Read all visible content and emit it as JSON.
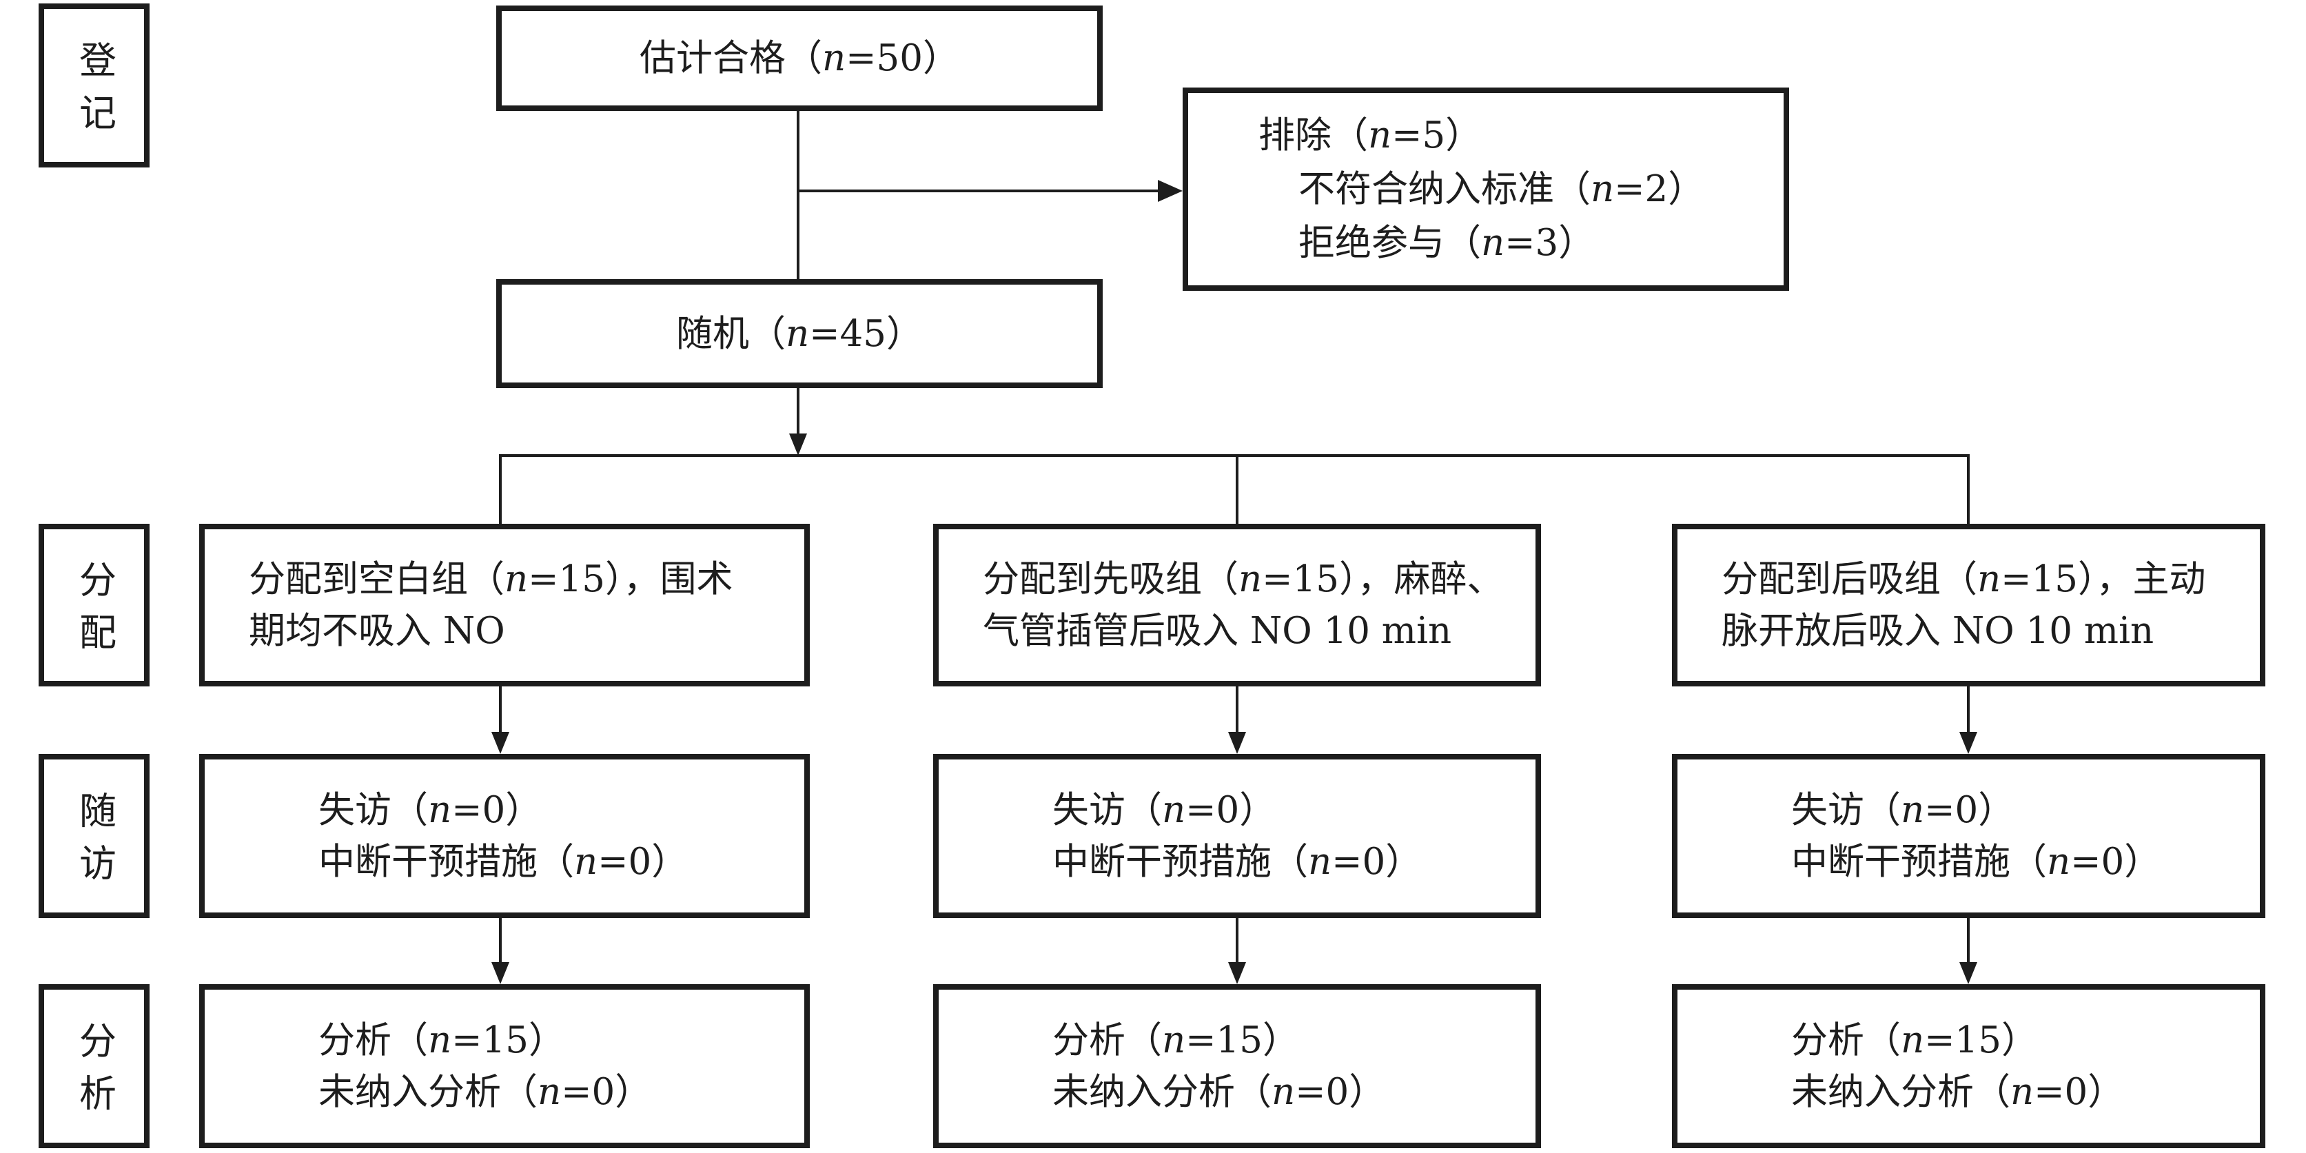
{
  "page": {
    "background_color": "#ffffff",
    "ink_color": "#1d1d1d"
  },
  "diagram": {
    "stage_labels": [
      {
        "text": "登记"
      },
      {
        "text": "分配"
      },
      {
        "text": "随访"
      },
      {
        "text": "分析"
      }
    ],
    "eligibility": {
      "text": "估计合格（n=50）"
    },
    "excluded": {
      "lines": [
        "排除（n=5）",
        "不符合纳入标准（n=2）",
        "拒绝参与（n=3）"
      ]
    },
    "randomized": {
      "text": "随机（n=45）"
    },
    "columns": [
      {
        "allocation_lines": [
          "分配到空白组（n=15），围术",
          "期均不吸入 NO"
        ],
        "followup_lines": [
          "失访（n=0）",
          "中断干预措施（n=0）"
        ],
        "analysis_lines": [
          "分析（n=15）",
          "未纳入分析（n=0）"
        ]
      },
      {
        "allocation_lines": [
          "分配到先吸组（n=15），麻醉、",
          "气管插管后吸入 NO 10 min"
        ],
        "followup_lines": [
          "失访（n=0）",
          "中断干预措施（n=0）"
        ],
        "analysis_lines": [
          "分析（n=15）",
          "未纳入分析（n=0）"
        ]
      },
      {
        "allocation_lines": [
          "分配到后吸组（n=15），主动",
          "脉开放后吸入 NO 10 min"
        ],
        "followup_lines": [
          "失访（n=0）",
          "中断干预措施（n=0）"
        ],
        "analysis_lines": [
          "分析（n=15）",
          "未纳入分析（n=0）"
        ]
      }
    ]
  }
}
